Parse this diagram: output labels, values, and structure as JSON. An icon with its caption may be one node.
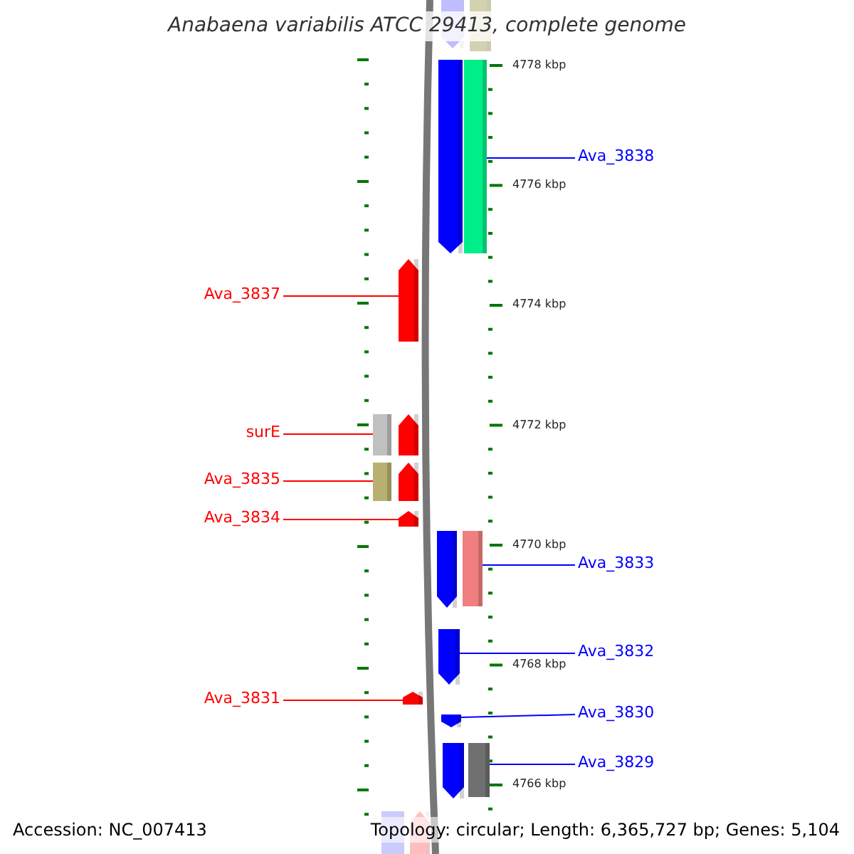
{
  "diagram": {
    "title": "Anabaena variabilis ATCC 29413, complete genome",
    "nodes": [
      {
        "text": [],
        "shape": "pentagon"
      },
      {
        "text": [],
        "shape": "bar"
      },
      {
        "text": [],
        "shape": "pentagon"
      },
      {
        "text": [],
        "shape": "bar"
      },
      {
        "text": [
          "Ava_3838"
        ]
      },
      {
        "text": [
          "Ava_3837"
        ]
      },
      {
        "text": [],
        "shape": "pentagon"
      },
      {
        "text": [
          "surE"
        ]
      },
      {
        "text": [],
        "shape": "bar"
      },
      {
        "text": [],
        "shape": "pentagon"
      },
      {
        "text": [
          "Ava_3835"
        ]
      },
      {
        "text": [],
        "shape": "bar"
      },
      {
        "text": [],
        "shape": "pentagon"
      },
      {
        "text": [
          "Ava_3834"
        ]
      },
      {
        "text": [],
        "shape": "pentagon"
      },
      {
        "text": [],
        "shape": "pentagon"
      },
      {
        "text": [],
        "shape": "bar"
      },
      {
        "text": [
          "Ava_3833"
        ]
      },
      {
        "text": [],
        "shape": "pentagon"
      },
      {
        "text": [
          "Ava_3832"
        ]
      },
      {
        "text": [
          "Ava_3831"
        ]
      },
      {
        "text": [],
        "shape": "pentagon"
      },
      {
        "text": [],
        "shape": "pentagon"
      },
      {
        "text": [
          "Ava_3830"
        ]
      },
      {
        "text": [],
        "shape": "pentagon"
      },
      {
        "text": [],
        "shape": "bar"
      },
      {
        "text": [
          "Ava_3829"
        ]
      },
      {
        "text": [],
        "shape": "bar"
      },
      {
        "text": [],
        "shape": "pentagon"
      }
    ],
    "edges": [
      {
        "from": 4,
        "to": 3,
        "arrow": "none",
        "color": "#0000ff"
      },
      {
        "from": 5,
        "to": 6,
        "arrow": "none",
        "color": "#ff0000"
      },
      {
        "from": 7,
        "to": 8,
        "arrow": "none",
        "color": "#ff0000"
      },
      {
        "from": 10,
        "to": 11,
        "arrow": "none",
        "color": "#ff0000"
      },
      {
        "from": 13,
        "to": 14,
        "arrow": "none",
        "color": "#ff0000"
      },
      {
        "from": 17,
        "to": 16,
        "arrow": "none",
        "color": "#0000ff"
      },
      {
        "from": 19,
        "to": 18,
        "arrow": "none",
        "color": "#0000ff"
      },
      {
        "from": 20,
        "to": 21,
        "arrow": "none",
        "color": "#ff0000"
      },
      {
        "from": 23,
        "to": 22,
        "arrow": "none",
        "color": "#0000ff"
      },
      {
        "from": 26,
        "to": 25,
        "arrow": "none",
        "color": "#0000ff"
      }
    ],
    "labels": [
      "4778 kbp",
      "4776 kbp",
      "4774 kbp",
      "4772 kbp",
      "4770 kbp",
      "4768 kbp",
      "4766 kbp",
      "Accession: NC_007413",
      "Topology: circular; Length: 6,365,727 bp; Genes: 5,104"
    ]
  }
}
